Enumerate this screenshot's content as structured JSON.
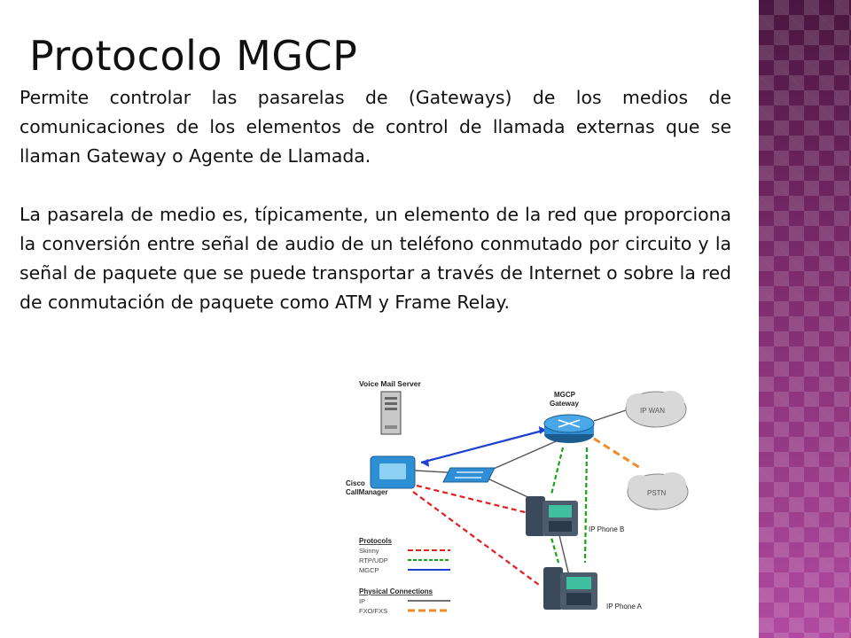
{
  "slide": {
    "title": "Protocolo MGCP",
    "paragraphs": [
      "Permite controlar las pasarelas de (Gateways) de los medios de comunicaciones de los elementos de control de llamada externas que se llaman Gateway o Agente de Llamada.",
      "La pasarela de medio es, típicamente, un elemento de la red que proporciona la conversión entre señal de audio de un teléfono conmutado por circuito y la señal de paquete que se puede transportar a través de Internet o sobre la red de conmutación de paquete como ATM y Frame Relay."
    ]
  },
  "diagram": {
    "voice_mail_server": "Voice Mail Server",
    "callmanager_line1": "Cisco",
    "callmanager_line2": "CallManager",
    "gateway_line1": "MGCP",
    "gateway_line2": "Gateway",
    "ip_wan": "IP WAN",
    "pstn": "PSTN",
    "ip_phone_b": "IP Phone B",
    "ip_phone_a": "IP Phone A",
    "legend": {
      "protocols_title": "Protocols",
      "skinny": "Skinny",
      "rtp": "RTP/UDP",
      "mgcp": "MGCP",
      "physical_title": "Physical Connections",
      "ip": "IP",
      "fxo": "FXO/FXS"
    }
  },
  "colors": {
    "skinny": "#e02020",
    "rtp": "#19a319",
    "mgcp": "#1f3fd0",
    "ip_link": "#444444",
    "fxo": "#f08a2a",
    "device_blue": "#2f8fd6",
    "band_dark": "#4a1640",
    "band_light": "#b04aa0"
  }
}
